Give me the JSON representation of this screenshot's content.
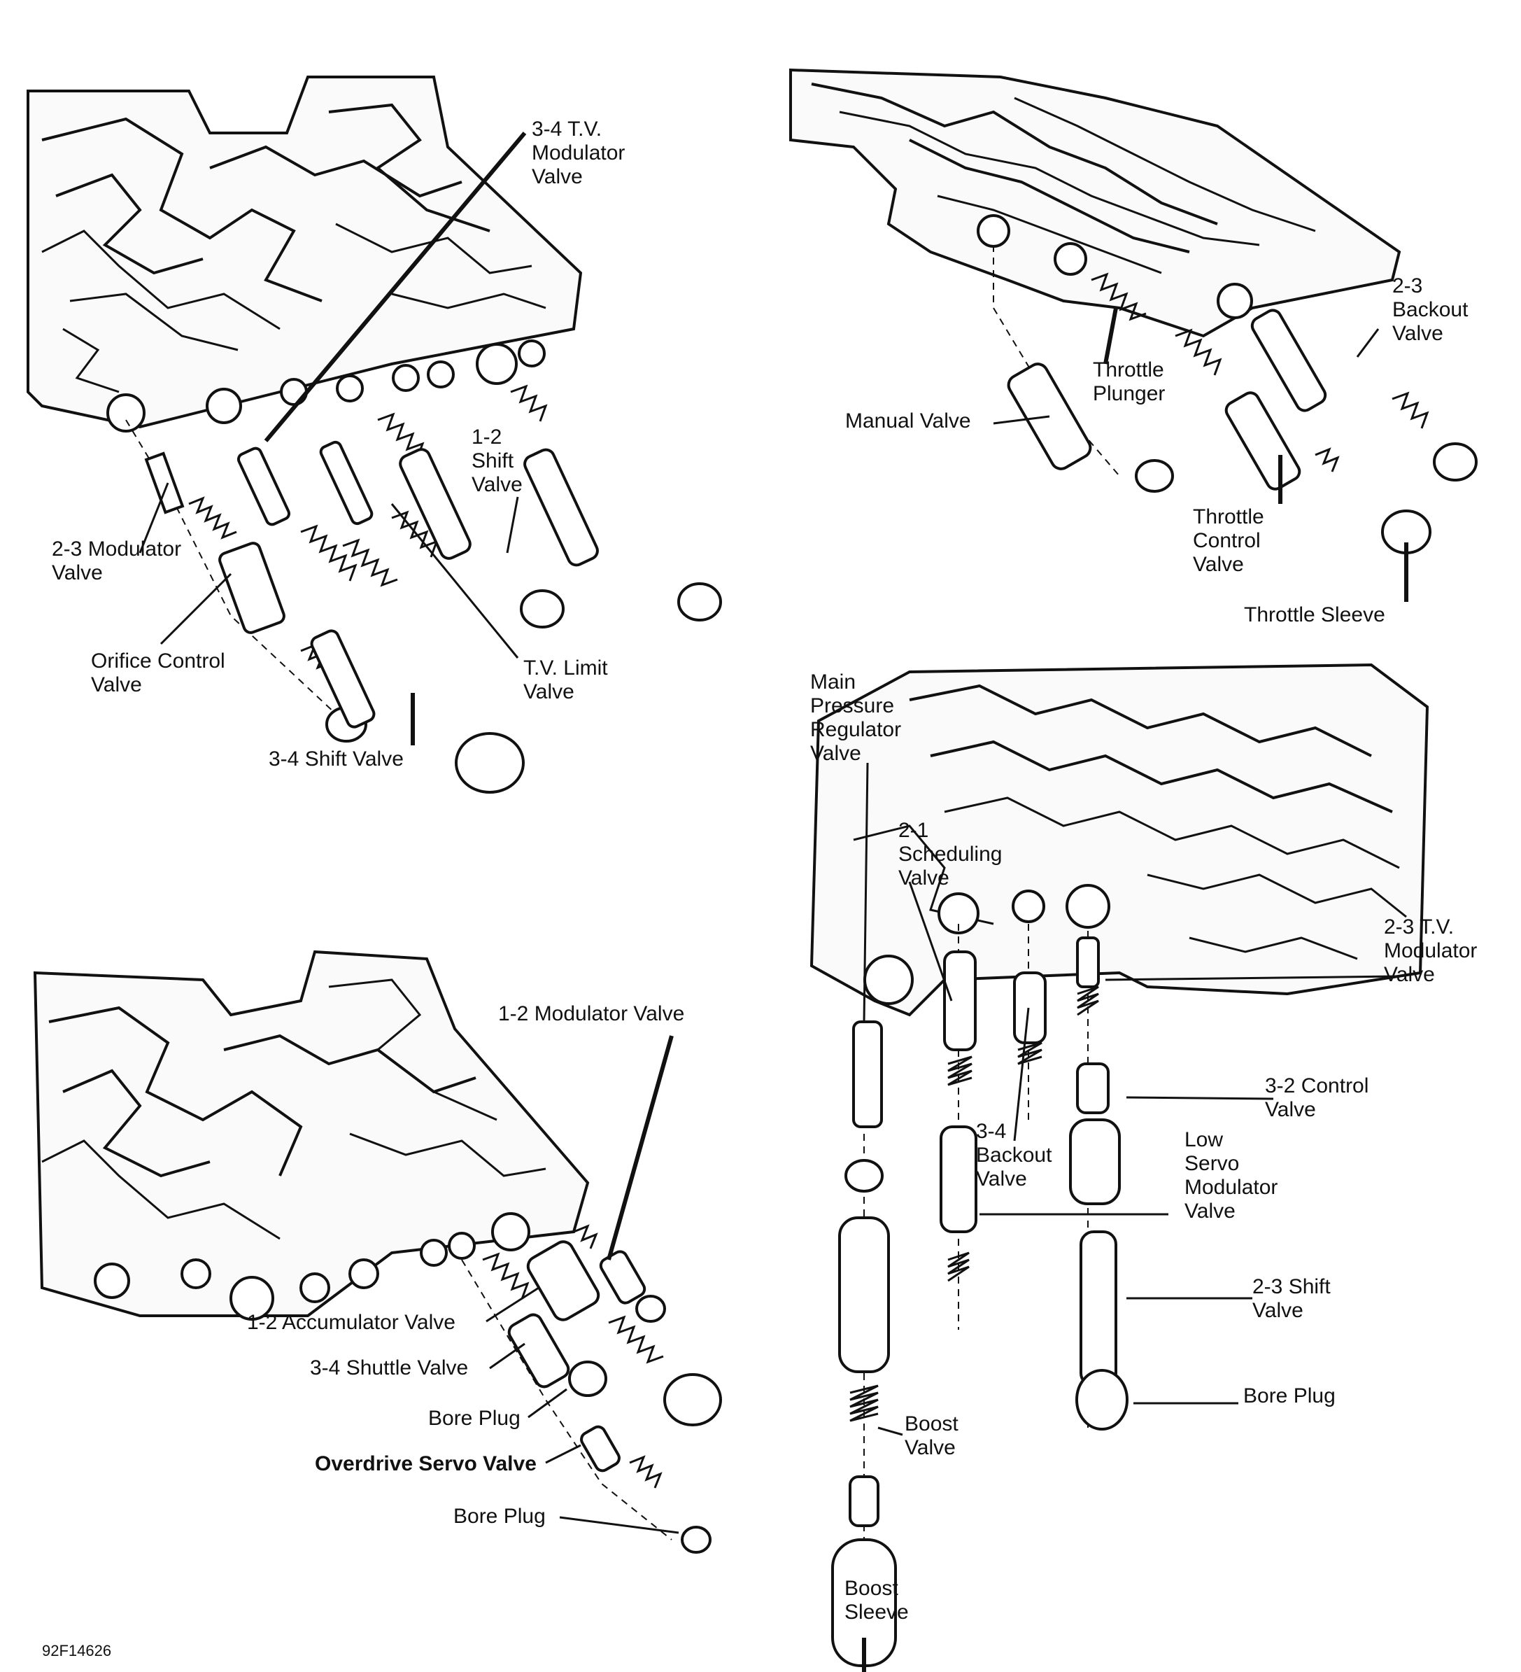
{
  "figure_id": "92F14626",
  "labels": {
    "tv34_mod": "3-4 T.V.\nModulator\nValve",
    "shift12": "1-2\nShift\nValve",
    "mod23": "2-3 Modulator\nValve",
    "orifice": "Orifice Control\nValve",
    "tvlimit": "T.V. Limit\nValve",
    "shift34": "3-4 Shift Valve",
    "backout23": "2-3\nBackout\nValve",
    "thr_plunger": "Throttle\nPlunger",
    "manual": "Manual Valve",
    "thr_control": "Throttle\nControl\nValve",
    "thr_sleeve": "Throttle Sleeve",
    "main_press": "Main\nPressure\nRegulator\nValve",
    "sched21": "2-1\nScheduling\nValve",
    "tv23_mod": "2-3 T.V.\nModulator\nValve",
    "control32": "3-2 Control\nValve",
    "backout34": "3-4\nBackout\nValve",
    "lowservo": "Low\nServo\nModulator\nValve",
    "shift23": "2-3 Shift\nValve",
    "boreplug_r": "Bore Plug",
    "boost": "Boost\nValve",
    "boostsleeve": "Boost\nSleeve",
    "mod12": "1-2 Modulator Valve",
    "accum12": "1-2 Accumulator Valve",
    "shuttle34": "3-4 Shuttle Valve",
    "boreplug_a": "Bore Plug",
    "od_servo": "Overdrive Servo Valve",
    "boreplug_b": "Bore Plug"
  }
}
